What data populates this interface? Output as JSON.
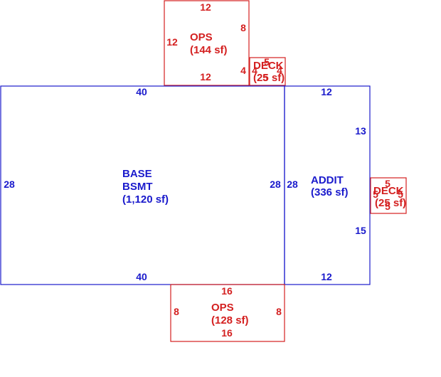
{
  "colors": {
    "main": "#1a1acc",
    "attach": "#d42020"
  },
  "base": {
    "name": "BASE",
    "subname": "BSMT",
    "area": "(1,120 sf)",
    "dims": {
      "top": "40",
      "bottom": "40",
      "left": "28",
      "right": "28"
    }
  },
  "addit": {
    "name": "ADDIT",
    "area": "(336 sf)",
    "dims": {
      "top": "12",
      "bottom": "12",
      "left": "28",
      "right_upper": "13",
      "right_lower": "15"
    }
  },
  "ops_top": {
    "name": "OPS",
    "area": "(144 sf)",
    "dims": {
      "top": "12",
      "bottom": "12",
      "left": "12",
      "right": "8",
      "right_lower": "4"
    }
  },
  "ops_bottom": {
    "name": "OPS",
    "area": "(128 sf)",
    "dims": {
      "top": "16",
      "bottom": "16",
      "left": "8",
      "right": "8"
    }
  },
  "deck_top": {
    "name": "DECK",
    "area": "(25 sf)",
    "dims": {
      "top": "5",
      "bottom": "5",
      "left": "4",
      "right": "4"
    }
  },
  "deck_right": {
    "name": "DECK",
    "area": "(25 sf)",
    "dims": {
      "top": "5",
      "bottom": "5",
      "left": "5",
      "right": "5"
    }
  }
}
